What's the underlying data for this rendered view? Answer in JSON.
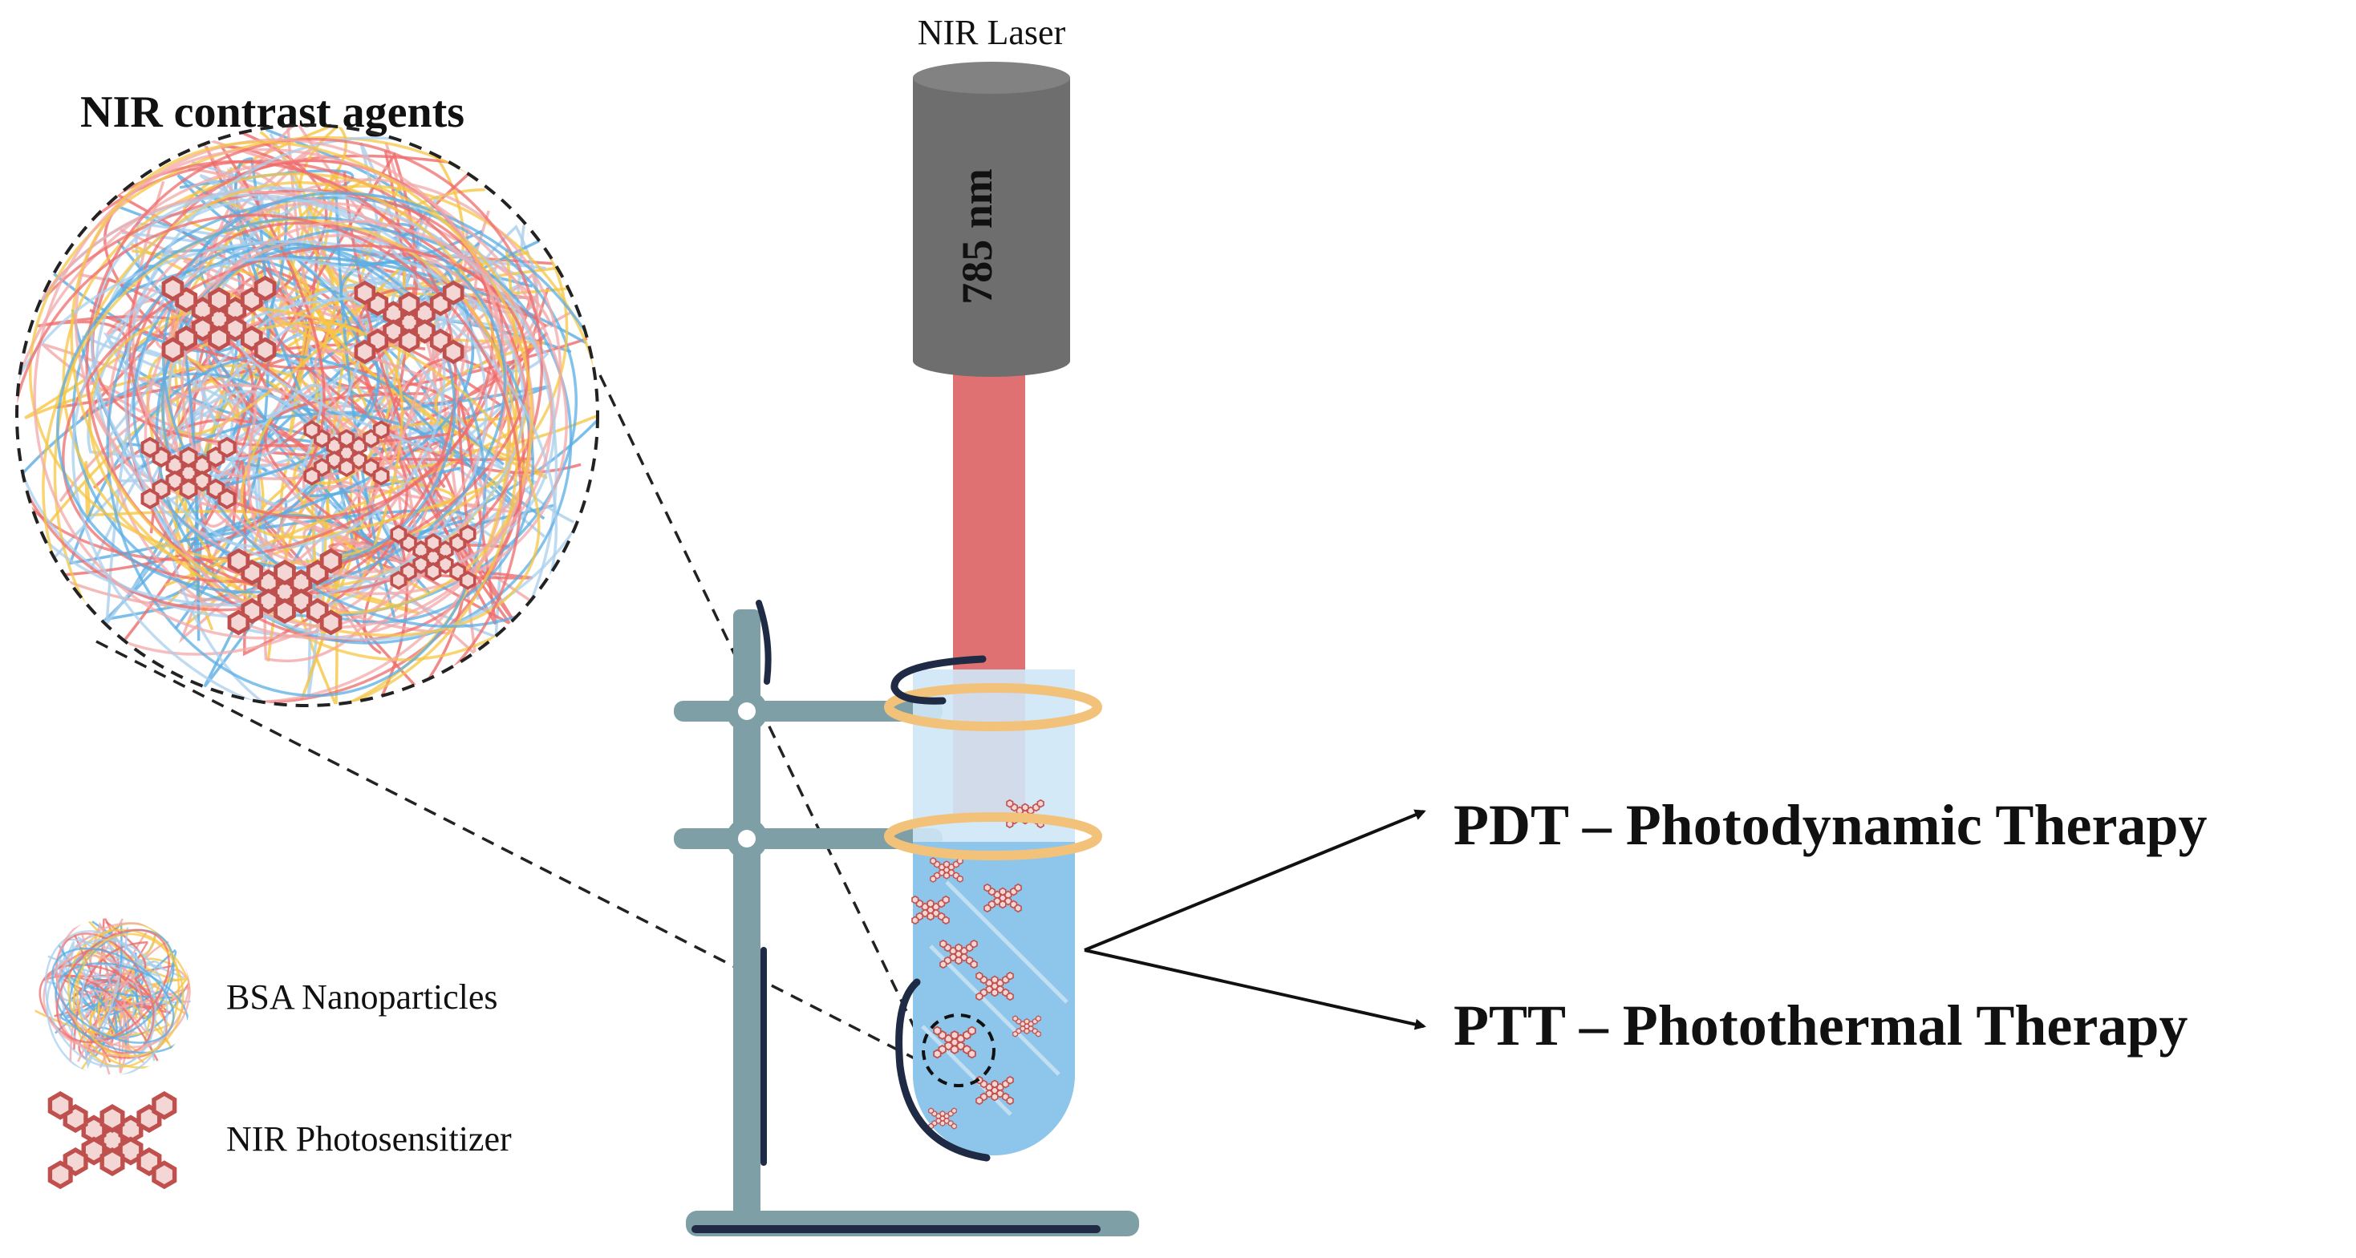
{
  "diagram": {
    "title": "NIR contrast agents",
    "laser": {
      "label": "NIR Laser",
      "wavelength": "785 nm",
      "body_color": "#6e6e6e",
      "beam_color": "#d9585a"
    },
    "outputs": [
      {
        "label": "PDT – Photodynamic Therapy"
      },
      {
        "label": "PTT – Photothermal Therapy"
      }
    ],
    "legend": [
      {
        "label": "BSA Nanoparticles",
        "icon": "bsa-nanoparticle-icon"
      },
      {
        "label": "NIR Photosensitizer",
        "icon": "nir-photosensitizer-icon"
      }
    ],
    "colors": {
      "stand": "#7f9fa6",
      "stand_dark": "#1f2a44",
      "tube_liquid": "#8ec5ea",
      "clamp_ring": "#f2c27a",
      "molecule": "#c0504d",
      "fibers": [
        "#f6c644",
        "#5aaee4",
        "#ef6b6b",
        "#f3a8a8",
        "#a9cfee"
      ]
    }
  }
}
